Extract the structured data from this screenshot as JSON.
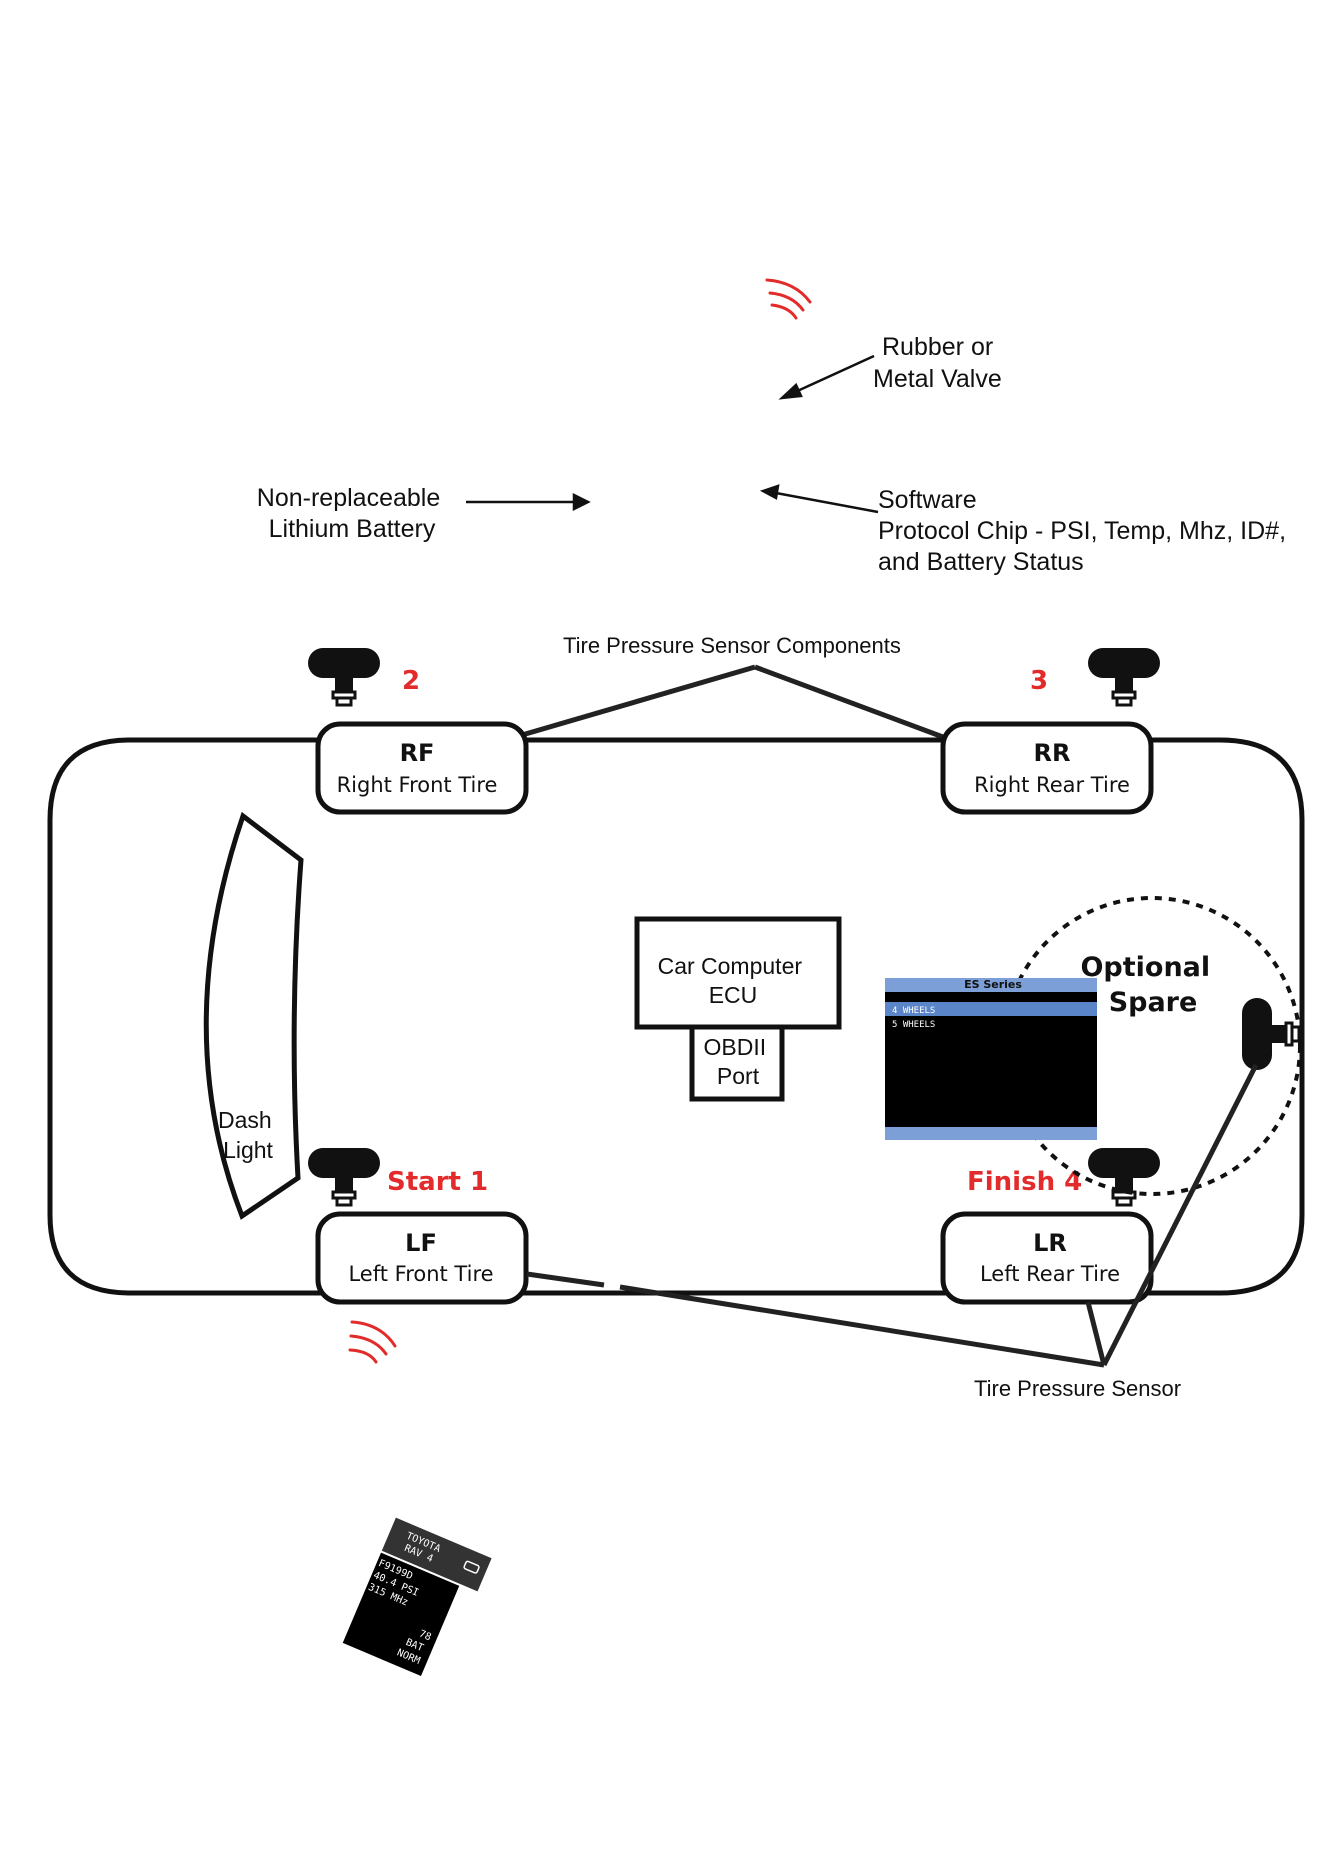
{
  "labels": {
    "rubber_valve": [
      "Rubber or",
      "Metal Valve"
    ],
    "battery": [
      "Non-replaceable",
      "Lithium Battery"
    ],
    "software": [
      "Software",
      "Protocol Chip - PSI, Temp, Mhz, ID#,",
      "and Battery Status"
    ],
    "components": "Tire Pressure Sensor Components",
    "sensor": "Tire Pressure Sensor",
    "dash_light": [
      "Dash",
      "Light"
    ],
    "ecu": [
      "Car Computer",
      "ECU"
    ],
    "obd": [
      "OBDII",
      "Port"
    ],
    "spare": [
      "Optional",
      "Spare"
    ]
  },
  "tires": {
    "rf": {
      "code": "RF",
      "name": "Right  Front Tire",
      "step": "2"
    },
    "rr": {
      "code": "RR",
      "name": "Right Rear Tire",
      "step": "3"
    },
    "lf": {
      "code": "LF",
      "name": "Left  Front Tire",
      "step": "Start 1"
    },
    "lr": {
      "code": "LR",
      "name": "Left  Rear Tire",
      "step": "Finish 4"
    }
  },
  "tool_screen": {
    "title": "ES Series",
    "options": [
      "4 WHEELS",
      "5 WHEELS"
    ],
    "selected_index": 0
  },
  "handheld": {
    "vehicle": [
      "TOYOTA",
      "RAV 4"
    ],
    "id": "F9199D",
    "psi": "40.4  PSI",
    "freq": "315 MHz",
    "temp": "78",
    "bat": "BAT",
    "status": "NORM"
  },
  "colors": {
    "accent_red": "#e32b2b",
    "screen_blue": "#7b9fd6",
    "screen_black": "#000000"
  }
}
